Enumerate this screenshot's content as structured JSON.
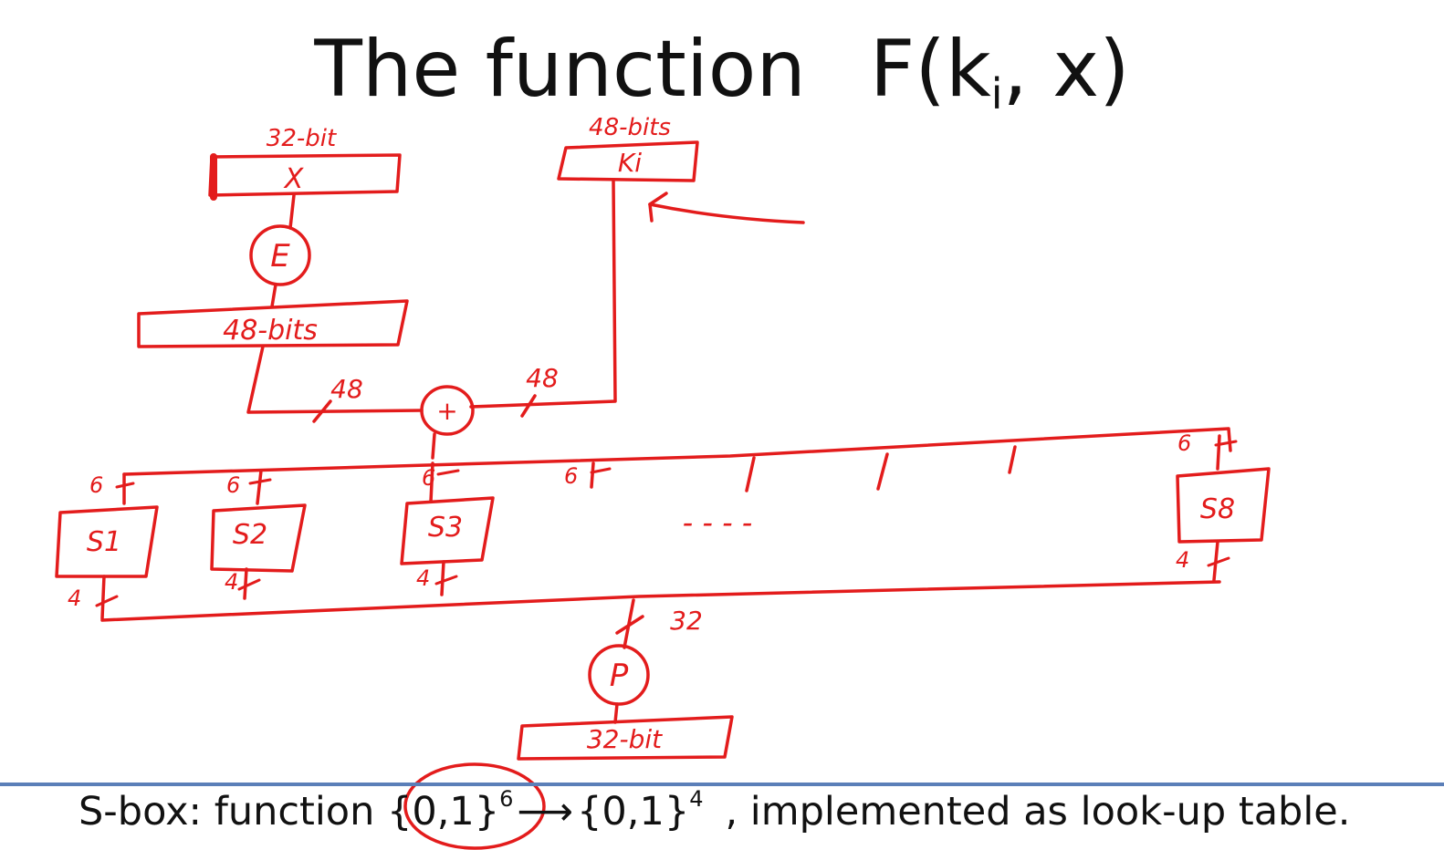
{
  "title": {
    "prefix": "The function",
    "fn": "F(k",
    "sub": "i",
    "suffix": ", x)"
  },
  "diagram": {
    "x_label": "X",
    "x_width": "32-bit",
    "e_label": "E",
    "expanded": "48-bits",
    "key_label": "Ki",
    "key_width": "48-bits",
    "wire_left": "48",
    "wire_right": "48",
    "xor_label": "+",
    "sbox_labels": [
      "S1",
      "S2",
      "S3",
      "S8"
    ],
    "sbox_in": [
      "6",
      "6",
      "6",
      "6",
      "6"
    ],
    "sbox_out": [
      "4",
      "4",
      "4",
      "4"
    ],
    "dashes": "- - - -",
    "out_wire": "32",
    "p_label": "P",
    "output": "32-bit"
  },
  "footer": {
    "lead": "S-box:  function ",
    "domain": "{0,1}",
    "domain_exp": "6",
    "arrow": "⟶",
    "range": "{0,1}",
    "range_exp": "4",
    "rest": ",  implemented as look-up table."
  },
  "colors": {
    "ink": "#e31c1c",
    "rule": "#5b7fb8",
    "text": "#111111"
  }
}
